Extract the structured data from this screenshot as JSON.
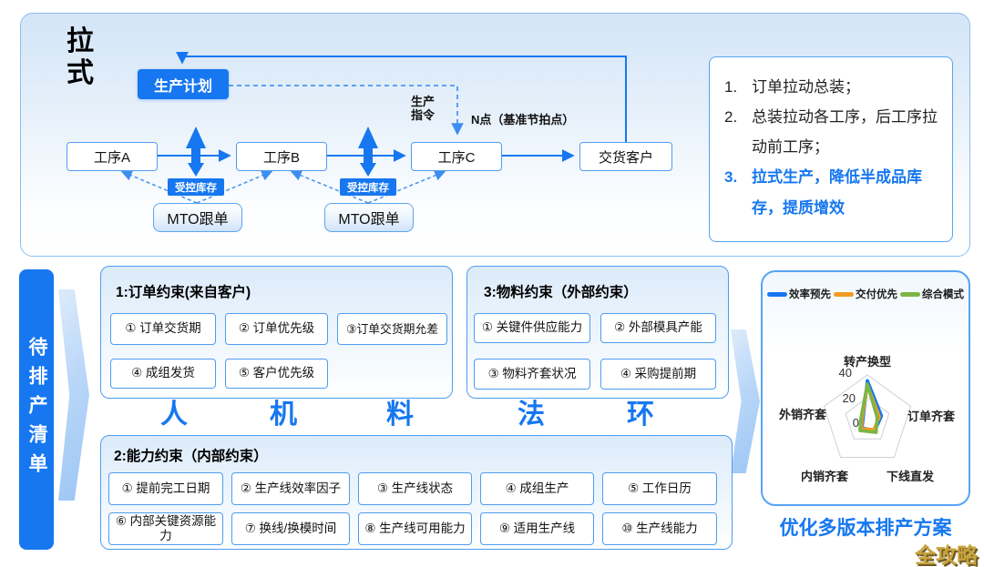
{
  "colors": {
    "accent": "#1677f0",
    "orange": "#f59a23",
    "green": "#7cb543",
    "gold": "#c9a33c"
  },
  "top_panel": {
    "mode_label": "拉\n式",
    "plan_box": "生产计划",
    "order_signal_label": "生产\n指令",
    "n_point_label": "N点（基准节拍点）",
    "process_a": "工序A",
    "process_b": "工序B",
    "process_c": "工序C",
    "delivery_label": "交货客户",
    "inventory_label_1": "受控库存",
    "inventory_label_2": "受控库存",
    "mto_label_1": "MTO跟单",
    "mto_label_2": "MTO跟单",
    "notes": [
      {
        "num": "1.",
        "text": "订单拉动总装；"
      },
      {
        "num": "2.",
        "text": "总装拉动各工序，后工序拉动前工序；"
      },
      {
        "num": "3.",
        "text": "拉式生产，降低半成品库存，提质增效"
      }
    ]
  },
  "sidebar": {
    "label": "待排产清单"
  },
  "factors": [
    "人",
    "机",
    "料",
    "法",
    "环"
  ],
  "panels": {
    "order": {
      "title": "1:订单约束(来自客户)",
      "items": [
        "① 订单交货期",
        "② 订单优先级",
        "③订单交货期允差",
        "④ 成组发货",
        "⑤ 客户优先级"
      ]
    },
    "material": {
      "title": "3:物料约束（外部约束）",
      "items": [
        "① 关键件供应能力",
        "② 外部模具产能",
        "③ 物料齐套状况",
        "④ 采购提前期"
      ]
    },
    "capacity": {
      "title": "2:能力约束（内部约束）",
      "items": [
        "① 提前完工日期",
        "② 生产线效率因子",
        "③ 生产线状态",
        "④ 成组生产",
        "⑤ 工作日历",
        "⑥ 内部关键资源能力",
        "⑦ 换线/换模时间",
        "⑧ 生产线可用能力",
        "⑨ 适用生产线",
        "⑩ 生产线能力"
      ]
    }
  },
  "chart_data": {
    "type": "radar",
    "title": "",
    "axes": [
      "转产换型",
      "订单齐套",
      "下线直发",
      "内销齐套",
      "外销齐套"
    ],
    "max": 40,
    "ticks": [
      "40",
      "20",
      "0"
    ],
    "rings": [
      40,
      20
    ],
    "legend_position": "top",
    "series": [
      {
        "name": "效率预先",
        "color": "#1677f0",
        "values": [
          35,
          13,
          11,
          8,
          4
        ]
      },
      {
        "name": "交付优先",
        "color": "#f59a23",
        "values": [
          31,
          11,
          10,
          9,
          5
        ]
      },
      {
        "name": "综合模式",
        "color": "#7cb543",
        "values": [
          32,
          9,
          13,
          11,
          6
        ]
      }
    ]
  },
  "caption": "优化多版本排产方案",
  "watermark": "全攻略"
}
